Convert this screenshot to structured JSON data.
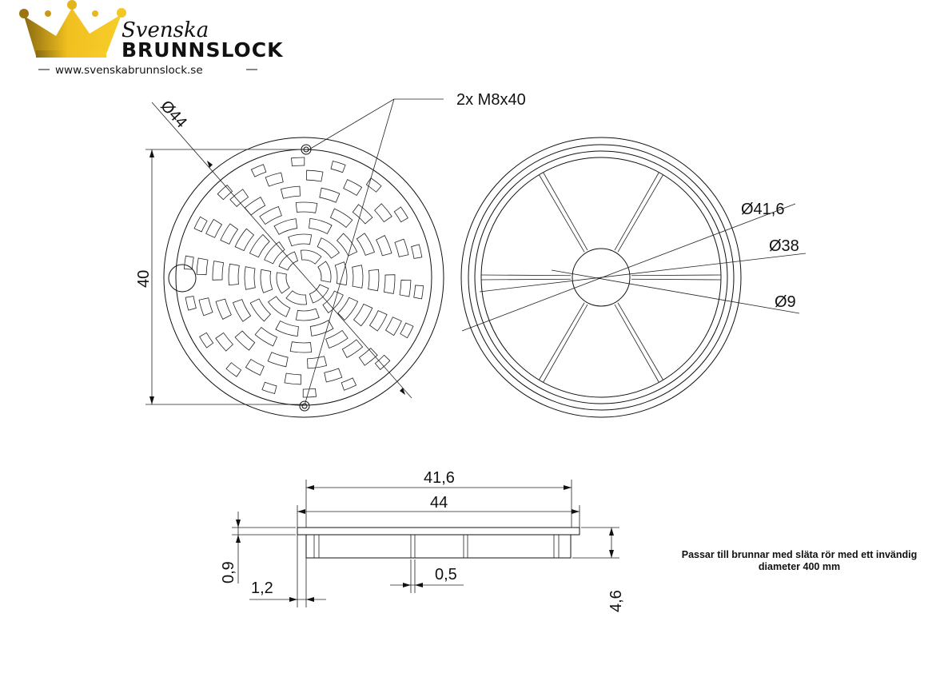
{
  "logo": {
    "script": "Svenska",
    "brand": "BRUNNSLOCK",
    "url": "www.svenskabrunnslock.se",
    "gold": "#e8b21a"
  },
  "labels": {
    "screws": "2x M8x40",
    "outer_diameter": "Ø44",
    "height_40": "40",
    "d41_6": "Ø41,6",
    "d38": "Ø38",
    "d9": "Ø9",
    "side_41_6": "41,6",
    "side_44": "44",
    "side_0_9": "0,9",
    "side_1_2": "1,2",
    "side_0_5": "0,5",
    "side_4_6": "4,6"
  },
  "note": {
    "line1": "Passar till brunnar med släta rör med ett invändig",
    "line2": "diameter 400 mm"
  }
}
